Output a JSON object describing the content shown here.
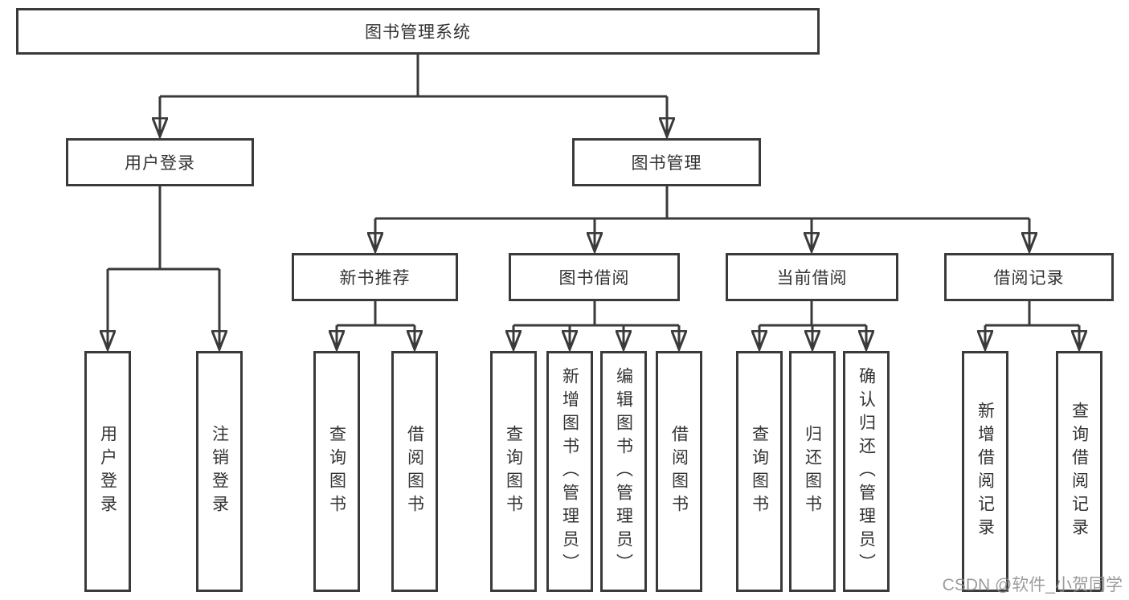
{
  "tree": {
    "label": "图书管理系统",
    "children": [
      {
        "label": "用户登录",
        "children": [
          {
            "label": "用户登录"
          },
          {
            "label": "注销登录"
          }
        ]
      },
      {
        "label": "图书管理",
        "children": [
          {
            "label": "新书推荐",
            "children": [
              {
                "label": "查询图书"
              },
              {
                "label": "借阅图书"
              }
            ]
          },
          {
            "label": "图书借阅",
            "children": [
              {
                "label": "查询图书"
              },
              {
                "label": "新增图书（管理员）"
              },
              {
                "label": "编辑图书（管理员）"
              },
              {
                "label": "借阅图书"
              }
            ]
          },
          {
            "label": "当前借阅",
            "children": [
              {
                "label": "查询图书"
              },
              {
                "label": "归还图书"
              },
              {
                "label": "确认归还（管理员）"
              }
            ]
          },
          {
            "label": "借阅记录",
            "children": [
              {
                "label": "新增借阅记录"
              },
              {
                "label": "查询借阅记录"
              }
            ]
          }
        ]
      }
    ]
  },
  "watermark": "CSDN @软件_小贺同学",
  "colors": {
    "line": "#3a3a3a",
    "text": "#333333",
    "watermark": "#8f8f8f",
    "background": "#ffffff"
  }
}
